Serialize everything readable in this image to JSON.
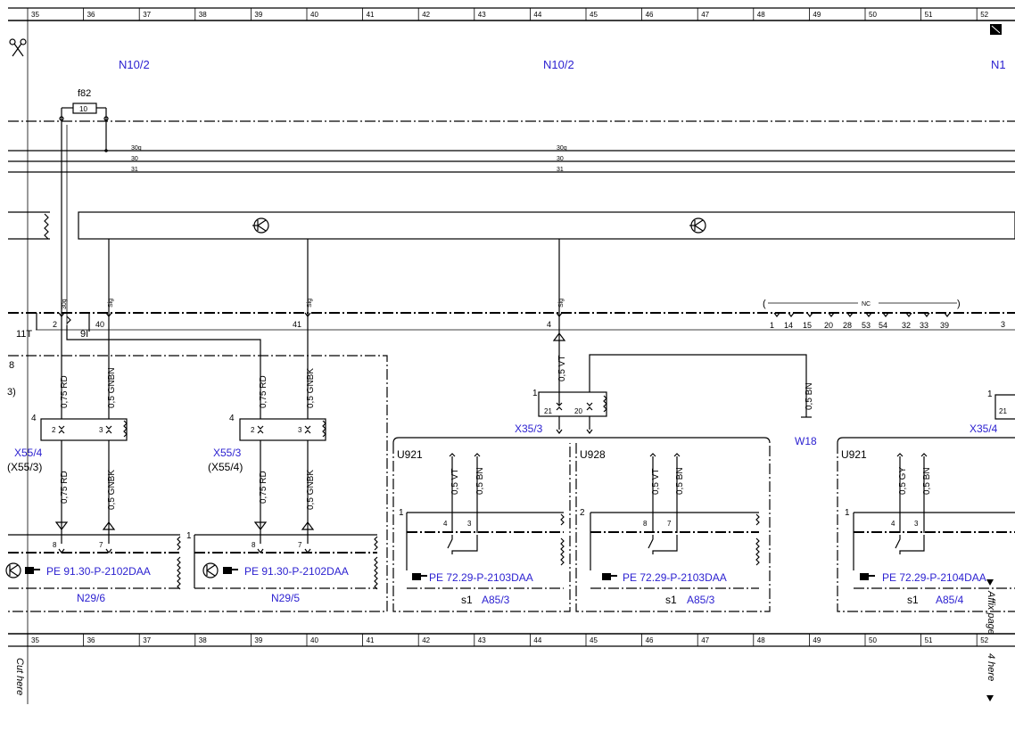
{
  "ruler": {
    "columns": [
      "35",
      "36",
      "37",
      "38",
      "39",
      "40",
      "41",
      "42",
      "43",
      "44",
      "45",
      "46",
      "47",
      "48",
      "49",
      "50",
      "51",
      "52"
    ]
  },
  "top_labels": {
    "n10_2_a": "N10/2",
    "n10_2_b": "N10/2",
    "n1_partial": "N1"
  },
  "fuse": {
    "name": "f82",
    "rating": "10"
  },
  "bus_lines": [
    {
      "left": "30g",
      "mid": "30g"
    },
    {
      "left": "30",
      "mid": "30"
    },
    {
      "left": "31",
      "mid": "31"
    }
  ],
  "connector_top": {
    "pins": {
      "p30g": "30g",
      "sig1": "Sig",
      "sig2": "Sig",
      "sig3": "Sig"
    },
    "left_11t": "11T",
    "pin2": "2",
    "pin9i": "9I",
    "pin40": "40",
    "pin41": "41",
    "pin4": "4",
    "nc_label": "NC",
    "nc_pins": [
      "1",
      "14",
      "15",
      "20",
      "28",
      "53",
      "54",
      "32",
      "33",
      "39"
    ],
    "right_partial": "3"
  },
  "left_fragments": {
    "frag8": "8",
    "frag3": "3)"
  },
  "wires": {
    "rd075_a": "0,75 RD",
    "gnbn05": "0,5 GNBN",
    "rd075_b": "0,75 RD",
    "gnbk05_a": "0,5 GNBK",
    "vt05": "0,5 VT",
    "bn05": "0,5 BN",
    "rd075_c": "0,75 RD",
    "gnbk05_b": "0,5 GNBK",
    "rd075_d": "0,75 RD",
    "gnbk05_c": "0,5 GNBK"
  },
  "x55_4": {
    "name": "X55/4",
    "alt": "(X55/3)",
    "num": "4",
    "pin2": "2",
    "pin3": "3"
  },
  "x55_3": {
    "name": "X55/3",
    "alt": "(X55/4)",
    "num": "4",
    "pin2": "2",
    "pin3": "3"
  },
  "x35_3": {
    "name": "X35/3",
    "num": "1",
    "pin21": "21",
    "pin20": "20"
  },
  "w18": "W18",
  "x35_4": {
    "name": "X35/4",
    "num": "1",
    "pin21": "21"
  },
  "n29_6": {
    "name": "N29/6",
    "ref": "PE 91.30-P-2102DAA",
    "pin8": "8",
    "pin7": "7"
  },
  "n29_5": {
    "name": "N29/5",
    "ref": "PE 91.30-P-2102DAA",
    "pin8": "8",
    "pin7": "7",
    "num": "1"
  },
  "a85_3a": {
    "variant": "U921",
    "num": "1",
    "wire1": "0,5 VT",
    "wire2": "0,5 BN",
    "pin4": "4",
    "pin3": "3",
    "ref": "PE 72.29-P-2103DAA",
    "switch": "s1",
    "name": "A85/3"
  },
  "a85_3b": {
    "variant": "U928",
    "num": "2",
    "wire1": "0,5 VT",
    "wire2": "0,5 BN",
    "pin8": "8",
    "pin7": "7",
    "ref": "PE 72.29-P-2103DAA",
    "switch": "s1",
    "name": "A85/3"
  },
  "a85_4": {
    "variant": "U921",
    "num": "1",
    "wire1": "0,5 GY",
    "wire2": "0,5 BN",
    "pin4": "4",
    "pin3": "3",
    "ref": "PE 72.29-P-2104DAA",
    "switch": "s1",
    "name": "A85/4"
  },
  "margin": {
    "cut_here": "Cut here",
    "affix_page": "Affix page",
    "page4_here": "4 here"
  },
  "colors": {
    "label_blue": "#2a1fd0",
    "line": "#000000"
  }
}
